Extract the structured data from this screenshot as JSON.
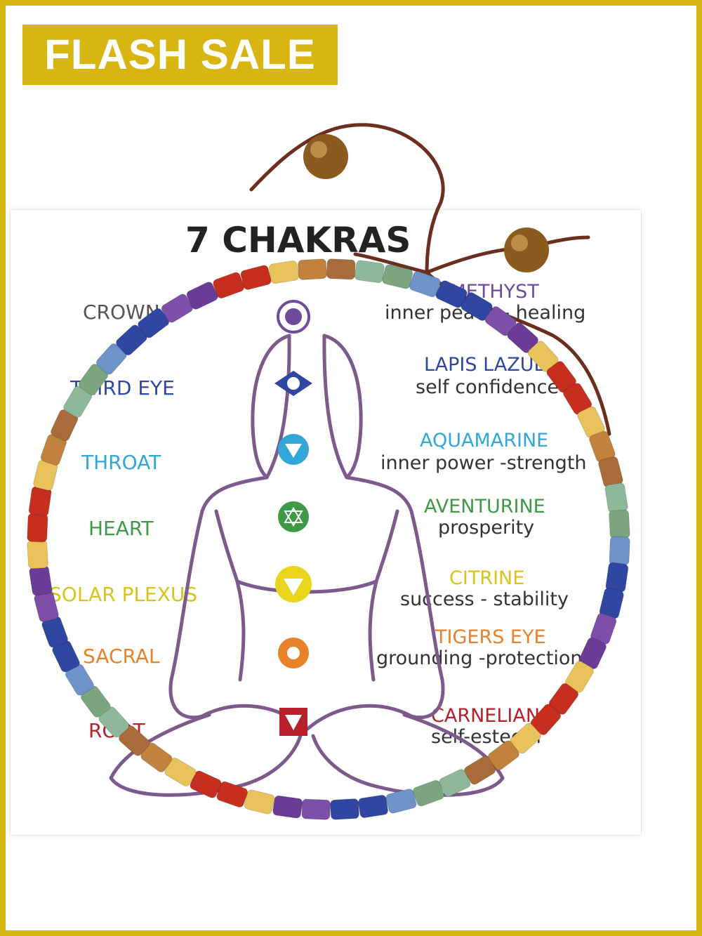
{
  "badge": {
    "label": "FLASH SALE"
  },
  "card": {
    "title": "7 CHAKRAS",
    "chakras": [
      {
        "name": "CROWN",
        "stone": "AMETHYST",
        "meaning": "inner peace - healing",
        "color": "#6f4b9b"
      },
      {
        "name": "THIRD EYE",
        "stone": "LAPIS LAZULI",
        "meaning": "self confidence",
        "color": "#2f47a0"
      },
      {
        "name": "THROAT",
        "stone": "AQUAMARINE",
        "meaning": "inner power -strength",
        "color": "#34a6d8"
      },
      {
        "name": "HEART",
        "stone": "AVENTURINE",
        "meaning": "prosperity",
        "color": "#3f9a47"
      },
      {
        "name": "SOLAR PLEXUS",
        "stone": "CITRINE",
        "meaning": "success - stability",
        "color": "#e8d51c"
      },
      {
        "name": "SACRAL",
        "stone": "TIGERS EYE",
        "meaning": "grounding -protection",
        "color": "#e8822b"
      },
      {
        "name": "ROOT",
        "stone": "CARNELIAN",
        "meaning": "self-esteem",
        "color": "#b8202a"
      }
    ]
  },
  "colors": {
    "frame": "#d8b612",
    "figure_outline": "#7d5a8c",
    "cord": "#6b2f20",
    "tigers_eye_bead": "#8a5a1e"
  },
  "icons": [
    "chakra-symbol-icon",
    "tigers-eye-bead-icon",
    "braided-cord-icon",
    "meditating-figure-outline-icon"
  ]
}
